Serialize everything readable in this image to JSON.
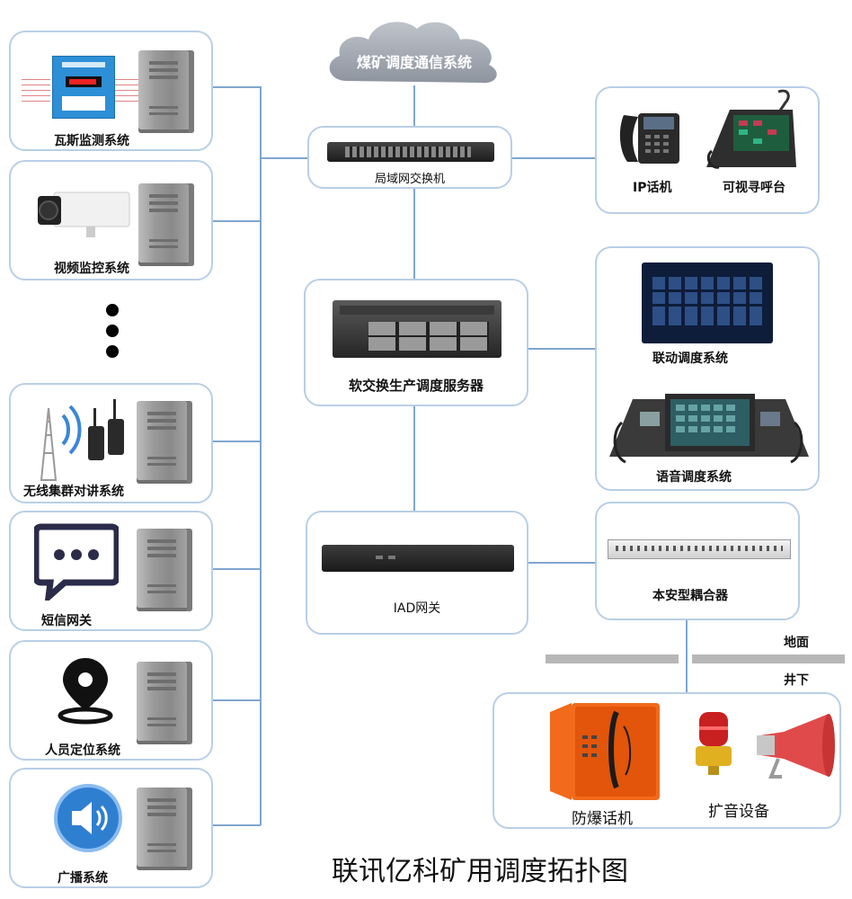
{
  "cloud": {
    "label": "煤矿调度通信系统"
  },
  "switch": {
    "label": "局域网交换机"
  },
  "server": {
    "label": "软交换生产调度服务器"
  },
  "iad": {
    "label": "IAD网关"
  },
  "coupler": {
    "label": "本安型耦合器"
  },
  "phones": {
    "ip_label": "IP话机",
    "video_label": "可视寻呼台"
  },
  "dispatch": {
    "linkage_label": "联动调度系统",
    "voice_label": "语音调度系统"
  },
  "left_systems": [
    {
      "label": "瓦斯监测系统",
      "icon": "gas-monitor-icon"
    },
    {
      "label": "视频监控系统",
      "icon": "camera-icon"
    },
    {
      "label": "无线集群对讲系统",
      "icon": "radio-tower-icon"
    },
    {
      "label": "短信网关",
      "icon": "sms-icon"
    },
    {
      "label": "人员定位系统",
      "icon": "location-pin-icon"
    },
    {
      "label": "广播系统",
      "icon": "speaker-icon"
    }
  ],
  "ground": {
    "above": "地面",
    "below": "井下"
  },
  "underground": {
    "phone_label": "防爆话机",
    "speaker_label": "扩音设备"
  },
  "title": "联讯亿科矿用调度拓扑图",
  "colors": {
    "line": "#7fa6cf",
    "border": "#b9cfe6",
    "phone_orange": "#f26a1b"
  }
}
